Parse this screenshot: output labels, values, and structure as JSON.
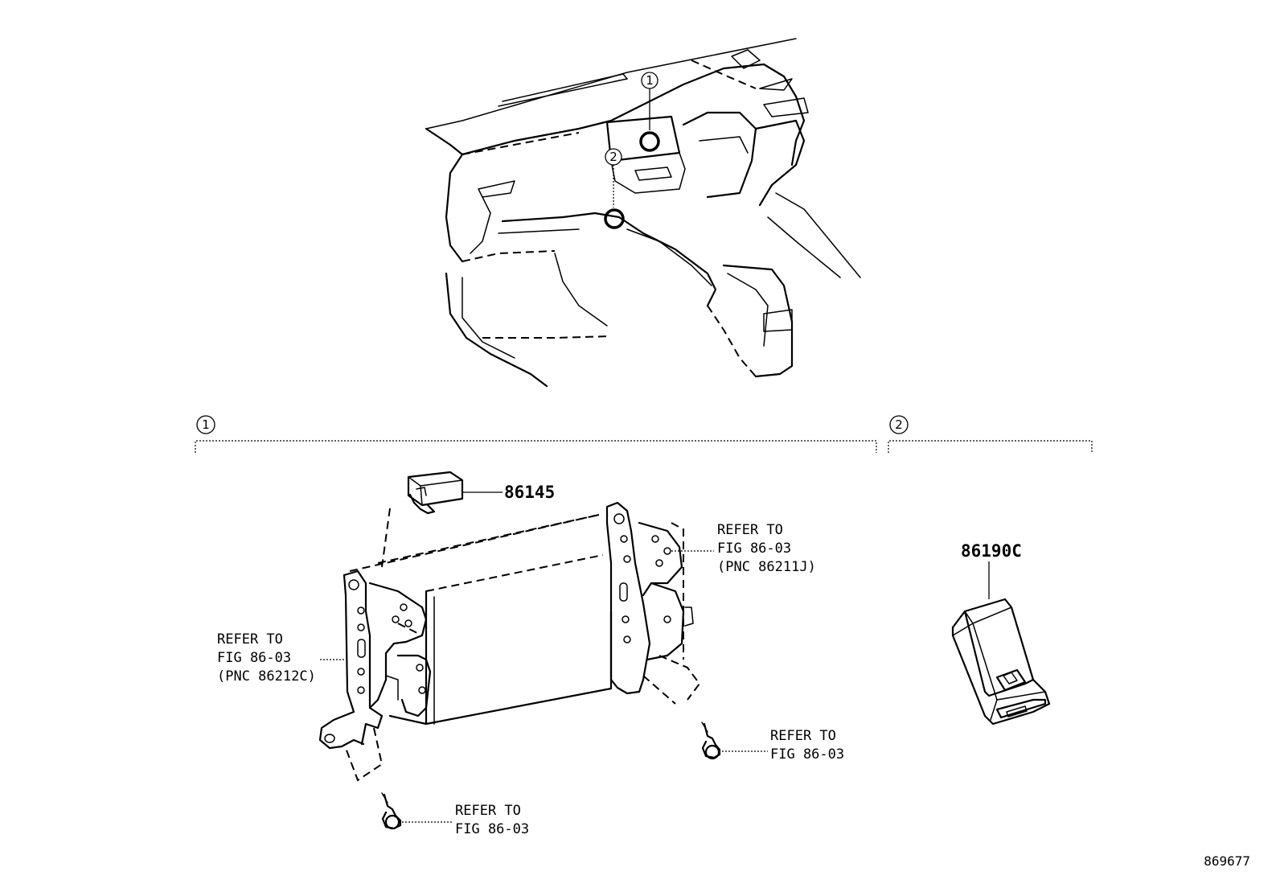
{
  "callouts": {
    "ref_1": "1",
    "ref_2": "2"
  },
  "parts": {
    "relay": "86145",
    "switch": "86190C"
  },
  "refs": {
    "bracket_left": [
      "REFER TO",
      "FIG 86-03",
      "(PNC 86212C)"
    ],
    "bracket_right": [
      "REFER TO",
      "FIG 86-03",
      "(PNC 86211J)"
    ],
    "screw_right": [
      "REFER TO",
      "FIG 86-03"
    ],
    "screw_bottom": [
      "REFER TO",
      "FIG 86-03"
    ]
  },
  "illustration_number": "869677"
}
